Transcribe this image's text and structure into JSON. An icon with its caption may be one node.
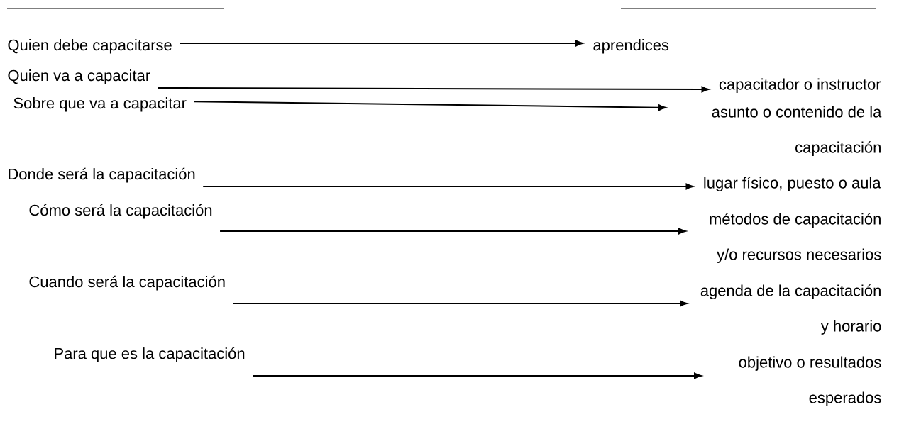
{
  "diagram": {
    "nodes": [
      {
        "text": [
          "Quien debe capacitarse"
        ]
      },
      {
        "text": [
          "aprendices"
        ]
      },
      {
        "text": [
          "Quien va a capacitar"
        ]
      },
      {
        "text": [
          "capacitador o instructor"
        ]
      },
      {
        "text": [
          "Sobre que va a capacitar"
        ]
      },
      {
        "text": [
          "asunto o contenido de la capacitación"
        ]
      },
      {
        "text": [
          "Donde será la capacitación"
        ]
      },
      {
        "text": [
          "lugar físico, puesto o aula"
        ]
      },
      {
        "text": [
          "Cómo será la capacitación"
        ]
      },
      {
        "text": [
          "métodos de capacitación y/o recursos necesarios"
        ]
      },
      {
        "text": [
          "Cuando será la capacitación"
        ]
      },
      {
        "text": [
          "agenda de la capacitación y horario"
        ]
      },
      {
        "text": [
          "Para que es la capacitación"
        ]
      },
      {
        "text": [
          "objetivo o resultados esperados"
        ]
      }
    ],
    "edges": [
      {
        "from": 0,
        "to": 1,
        "arrow": "to"
      },
      {
        "from": 2,
        "to": 3,
        "arrow": "to"
      },
      {
        "from": 4,
        "to": 5,
        "arrow": "to"
      },
      {
        "from": 6,
        "to": 7,
        "arrow": "to"
      },
      {
        "from": 8,
        "to": 9,
        "arrow": "to"
      },
      {
        "from": 10,
        "to": 11,
        "arrow": "to"
      },
      {
        "from": 12,
        "to": 13,
        "arrow": "to"
      }
    ]
  }
}
